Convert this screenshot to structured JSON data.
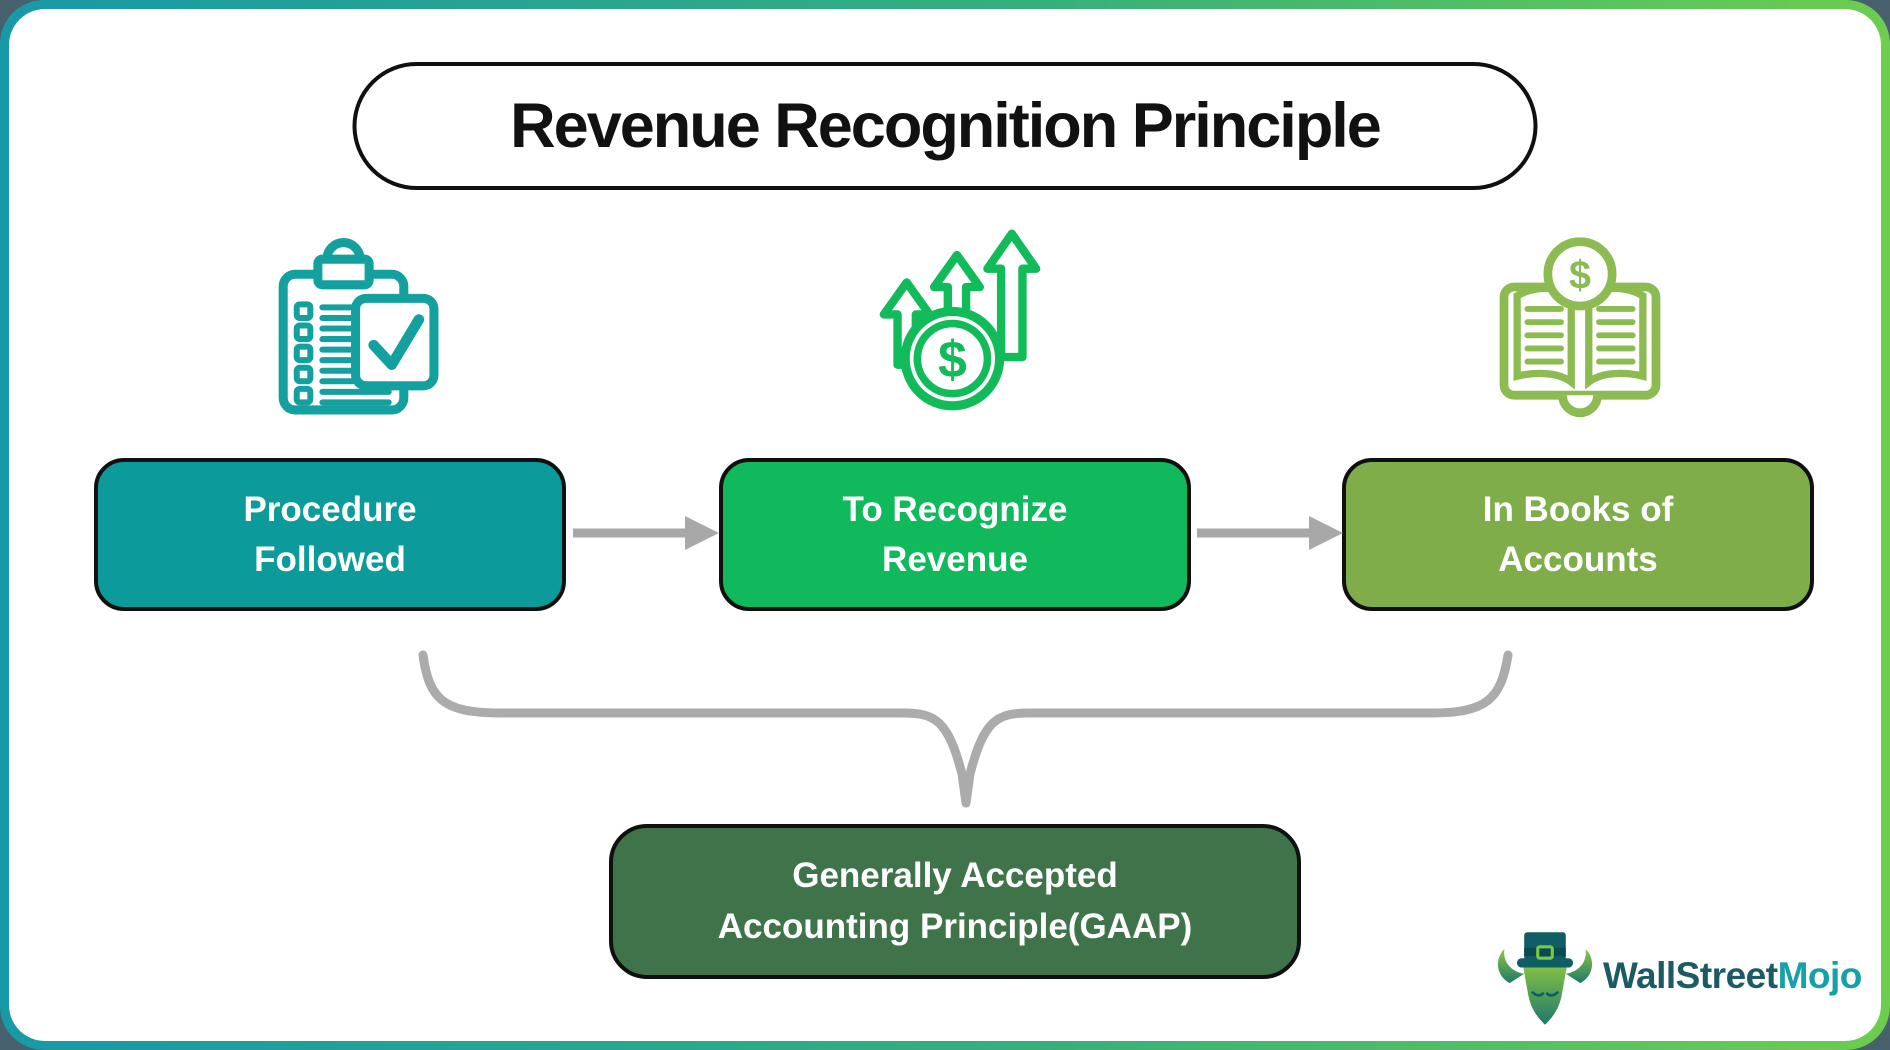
{
  "title": {
    "text": "Revenue Recognition Principle"
  },
  "steps": [
    {
      "line1": "Procedure",
      "line2": "Followed",
      "color": "#0d9a9b",
      "icon": "checklist-clipboard-icon",
      "icon_color": "#14a09f"
    },
    {
      "line1": "To Recognize",
      "line2": "Revenue",
      "color": "#0fb95c",
      "icon": "rising-dollar-icon",
      "icon_color": "#12bb5a"
    },
    {
      "line1": "In Books of",
      "line2": "Accounts",
      "color": "#7ead4a",
      "icon": "open-ledger-book-icon",
      "icon_color": "#8cbb52"
    }
  ],
  "result": {
    "line1": "Generally Accepted",
    "line2": "Accounting Principle(GAAP)",
    "color": "#3f744b"
  },
  "icons": {
    "currency_symbol": "$"
  },
  "connectors": {
    "arrow_color": "#a8a8a8",
    "brace_color": "#ababab"
  },
  "frame": {
    "gradient_start": "#1899a7",
    "gradient_end": "#6ccd4e",
    "background": "#ffffff",
    "page_background": "#46606c"
  },
  "logo": {
    "brand_primary": "WallStreet",
    "brand_secondary": "Mojo",
    "primary_color": "#1c5b63",
    "secondary_color": "#16a0a8"
  }
}
